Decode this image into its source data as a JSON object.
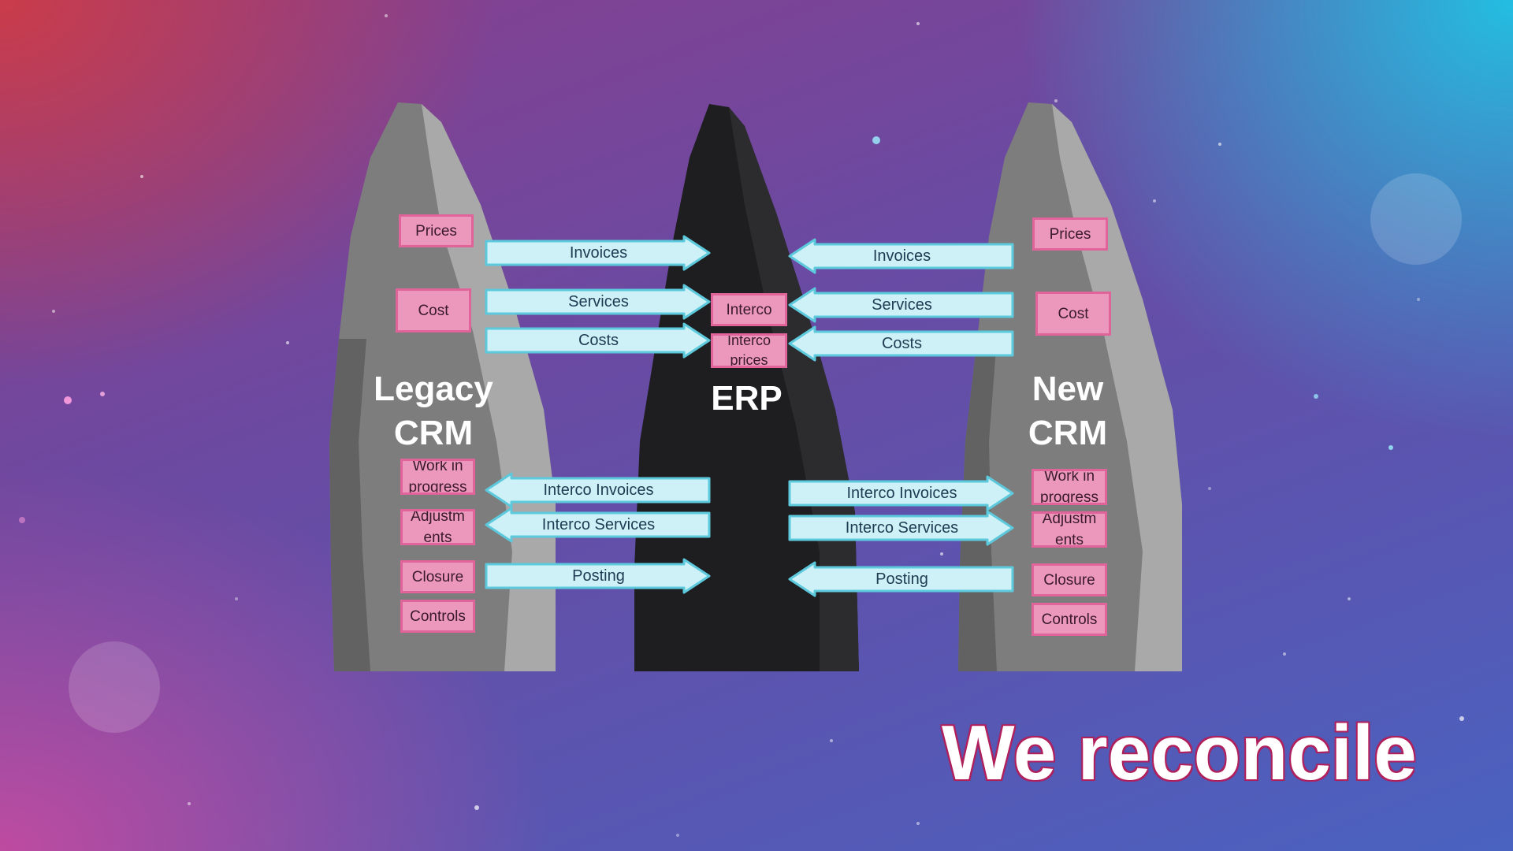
{
  "systems": {
    "legacy": "Legacy\nCRM",
    "erp": "ERP",
    "new": "New\nCRM"
  },
  "legacy_boxes": {
    "prices": "Prices",
    "cost": "Cost",
    "wip": "Work in progress",
    "adjustments": "Adjustm ents",
    "closure": "Closure",
    "controls": "Controls"
  },
  "erp_boxes": {
    "interco": "Interco",
    "interco_prices": "Interco prices"
  },
  "new_boxes": {
    "prices": "Prices",
    "cost": "Cost",
    "wip": "Work in progress",
    "adjustments": "Adjustm ents",
    "closure": "Closure",
    "controls": "Controls"
  },
  "left_arrows": {
    "invoices": "Invoices",
    "services": "Services",
    "costs": "Costs",
    "interco_invoices": "Interco Invoices",
    "interco_services": "Interco Services",
    "posting": "Posting"
  },
  "right_arrows": {
    "invoices": "Invoices",
    "services": "Services",
    "costs": "Costs",
    "interco_invoices": "Interco Invoices",
    "interco_services": "Interco Services",
    "posting": "Posting"
  },
  "headline": "We reconcile",
  "colors": {
    "box_fill": "#ec98bd",
    "box_border": "#e0649a",
    "arrow_fill": "#cdf1f7",
    "arrow_border": "#5cc9dc",
    "legacy_rock": "#8a8a8a",
    "erp_rock": "#1c1c1e",
    "new_rock": "#8a8a8a"
  }
}
